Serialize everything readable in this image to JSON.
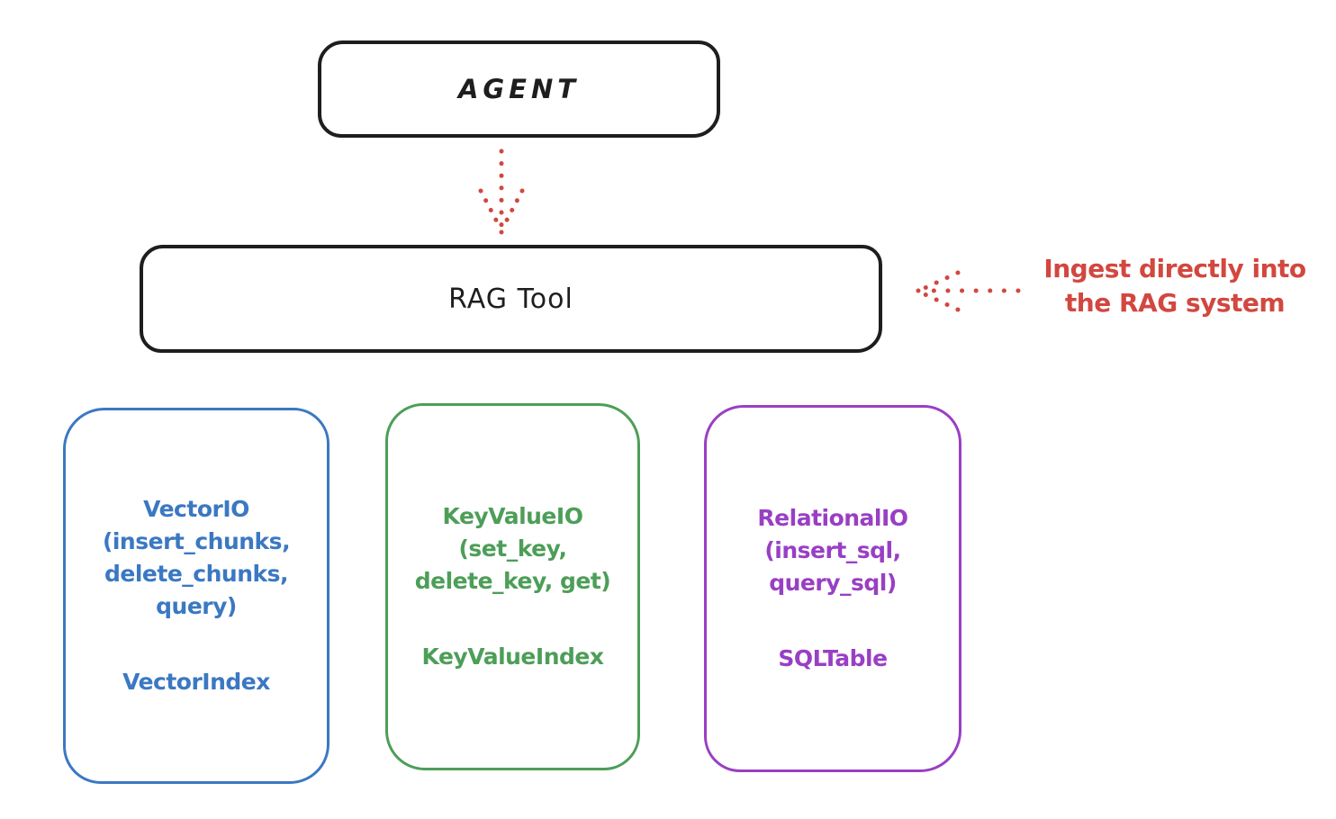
{
  "diagram": {
    "background": "#ffffff",
    "colors": {
      "outline_black": "#1e1e1e",
      "arrow_red": "#d2473f",
      "vector_blue": "#3b78c2",
      "keyvalue_green": "#4d9e58",
      "relational_purple": "#993fc4"
    },
    "agent": {
      "label": "AGENT"
    },
    "rag_tool": {
      "label": "RAG Tool"
    },
    "annotation": {
      "text": "Ingest directly into\nthe RAG system",
      "color": "#d2473f"
    },
    "backends": [
      {
        "name": "vector-io",
        "color": "#3b78c2",
        "interface": "VectorIO\n(insert_chunks,\ndelete_chunks,\nquery)",
        "index": "VectorIndex"
      },
      {
        "name": "keyvalue-io",
        "color": "#4d9e58",
        "interface": "KeyValueIO\n(set_key,\ndelete_key, get)",
        "index": "KeyValueIndex"
      },
      {
        "name": "relational-io",
        "color": "#993fc4",
        "interface": "RelationalIO\n(insert_sql,\nquery_sql)",
        "index": "SQLTable"
      }
    ],
    "arrows": [
      {
        "name": "agent-to-rag-tool",
        "style": "dotted",
        "color": "#d2473f",
        "direction": "down"
      },
      {
        "name": "annotation-to-rag-tool",
        "style": "dotted",
        "color": "#d2473f",
        "direction": "left"
      }
    ]
  }
}
